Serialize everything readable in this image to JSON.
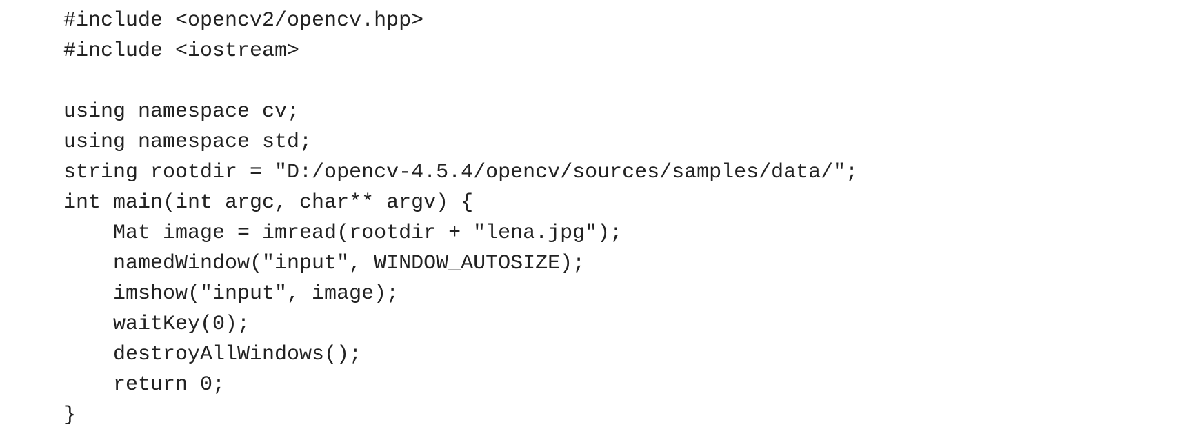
{
  "code": {
    "lines": [
      "#include <opencv2/opencv.hpp>",
      "#include <iostream>",
      "",
      "using namespace cv;",
      "using namespace std;",
      "string rootdir = \"D:/opencv-4.5.4/opencv/sources/samples/data/\";",
      "int main(int argc, char** argv) {",
      "    Mat image = imread(rootdir + \"lena.jpg\");",
      "    namedWindow(\"input\", WINDOW_AUTOSIZE);",
      "    imshow(\"input\", image);",
      "    waitKey(0);",
      "    destroyAllWindows();",
      "    return 0;",
      "}"
    ]
  }
}
